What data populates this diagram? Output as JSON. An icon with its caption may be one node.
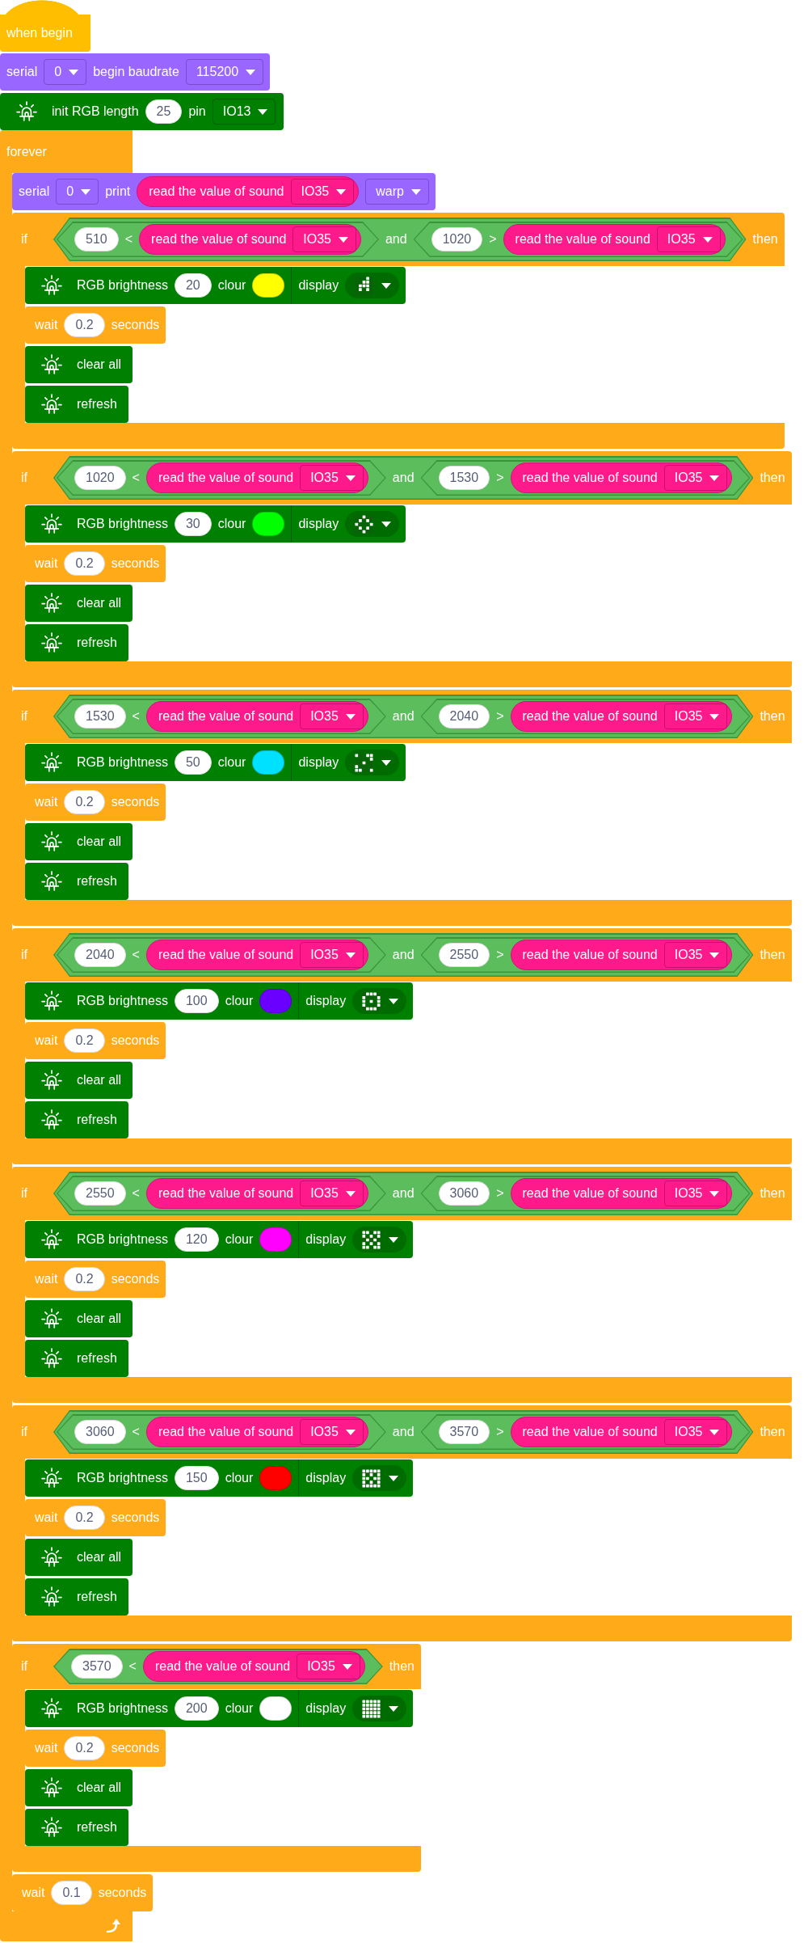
{
  "diagram": {
    "nodes": [
      {
        "text": [
          "when begin"
        ]
      },
      {
        "text": [
          "serial",
          "0",
          "begin baudrate",
          "115200"
        ]
      },
      {
        "text": [
          "init RGB length",
          "25",
          "pin",
          "IO13"
        ]
      },
      {
        "text": [
          "forever"
        ]
      },
      {
        "text": [
          "serial",
          "0",
          "print",
          "warp"
        ],
        "in": 3
      },
      {
        "text": [
          "read the value of sound",
          "IO35"
        ],
        "in": 4
      },
      {
        "text": [
          "if",
          "then"
        ],
        "in": 3
      },
      {
        "text": [
          "and"
        ],
        "in": 6
      },
      {
        "text": [
          "510",
          "<"
        ],
        "in": 7
      },
      {
        "text": [
          "read the value of sound",
          "IO35"
        ],
        "in": 8
      },
      {
        "text": [
          "1020",
          ">"
        ],
        "in": 7
      },
      {
        "text": [
          "read the value of sound",
          "IO35"
        ],
        "in": 10
      },
      {
        "text": [
          "RGB brightness",
          "20",
          "clour",
          "display"
        ],
        "in": 6
      },
      {
        "text": [
          "wait",
          "0.2",
          "seconds"
        ],
        "in": 6
      },
      {
        "text": [
          "clear all"
        ],
        "in": 6
      },
      {
        "text": [
          "refresh"
        ],
        "in": 6
      },
      {
        "text": [
          "if",
          "then"
        ],
        "in": 3
      },
      {
        "text": [
          "and"
        ],
        "in": 16
      },
      {
        "text": [
          "1020",
          "<"
        ],
        "in": 17
      },
      {
        "text": [
          "read the value of sound",
          "IO35"
        ],
        "in": 18
      },
      {
        "text": [
          "1530",
          ">"
        ],
        "in": 17
      },
      {
        "text": [
          "read the value of sound",
          "IO35"
        ],
        "in": 20
      },
      {
        "text": [
          "RGB brightness",
          "30",
          "clour",
          "display"
        ],
        "in": 16
      },
      {
        "text": [
          "wait",
          "0.2",
          "seconds"
        ],
        "in": 16
      },
      {
        "text": [
          "clear all"
        ],
        "in": 16
      },
      {
        "text": [
          "refresh"
        ],
        "in": 16
      },
      {
        "text": [
          "if",
          "then"
        ],
        "in": 3
      },
      {
        "text": [
          "and"
        ],
        "in": 26
      },
      {
        "text": [
          "1530",
          "<"
        ],
        "in": 27
      },
      {
        "text": [
          "read the value of sound",
          "IO35"
        ],
        "in": 28
      },
      {
        "text": [
          "2040",
          ">"
        ],
        "in": 27
      },
      {
        "text": [
          "read the value of sound",
          "IO35"
        ],
        "in": 30
      },
      {
        "text": [
          "RGB brightness",
          "50",
          "clour",
          "display"
        ],
        "in": 26
      },
      {
        "text": [
          "wait",
          "0.2",
          "seconds"
        ],
        "in": 26
      },
      {
        "text": [
          "clear all"
        ],
        "in": 26
      },
      {
        "text": [
          "refresh"
        ],
        "in": 26
      },
      {
        "text": [
          "if",
          "then"
        ],
        "in": 3
      },
      {
        "text": [
          "and"
        ],
        "in": 36
      },
      {
        "text": [
          "2040",
          "<"
        ],
        "in": 37
      },
      {
        "text": [
          "read the value of sound",
          "IO35"
        ],
        "in": 38
      },
      {
        "text": [
          "2550",
          ">"
        ],
        "in": 37
      },
      {
        "text": [
          "read the value of sound",
          "IO35"
        ],
        "in": 40
      },
      {
        "text": [
          "RGB brightness",
          "100",
          "clour",
          "display"
        ],
        "in": 36
      },
      {
        "text": [
          "wait",
          "0.2",
          "seconds"
        ],
        "in": 36
      },
      {
        "text": [
          "clear all"
        ],
        "in": 36
      },
      {
        "text": [
          "refresh"
        ],
        "in": 36
      },
      {
        "text": [
          "if",
          "then"
        ],
        "in": 3
      },
      {
        "text": [
          "and"
        ],
        "in": 46
      },
      {
        "text": [
          "2550",
          "<"
        ],
        "in": 47
      },
      {
        "text": [
          "read the value of sound",
          "IO35"
        ],
        "in": 48
      },
      {
        "text": [
          "3060",
          ">"
        ],
        "in": 47
      },
      {
        "text": [
          "read the value of sound",
          "IO35"
        ],
        "in": 50
      },
      {
        "text": [
          "RGB brightness",
          "120",
          "clour",
          "display"
        ],
        "in": 46
      },
      {
        "text": [
          "wait",
          "0.2",
          "seconds"
        ],
        "in": 46
      },
      {
        "text": [
          "clear all"
        ],
        "in": 46
      },
      {
        "text": [
          "refresh"
        ],
        "in": 46
      },
      {
        "text": [
          "if",
          "then"
        ],
        "in": 3
      },
      {
        "text": [
          "and"
        ],
        "in": 56
      },
      {
        "text": [
          "3060",
          "<"
        ],
        "in": 57
      },
      {
        "text": [
          "read the value of sound",
          "IO35"
        ],
        "in": 58
      },
      {
        "text": [
          "3570",
          ">"
        ],
        "in": 57
      },
      {
        "text": [
          "read the value of sound",
          "IO35"
        ],
        "in": 60
      },
      {
        "text": [
          "RGB brightness",
          "150",
          "clour",
          "display"
        ],
        "in": 56
      },
      {
        "text": [
          "wait",
          "0.2",
          "seconds"
        ],
        "in": 56
      },
      {
        "text": [
          "clear all"
        ],
        "in": 56
      },
      {
        "text": [
          "refresh"
        ],
        "in": 56
      },
      {
        "text": [
          "if",
          "then"
        ],
        "in": 3
      },
      {
        "text": [
          "3570",
          "<"
        ],
        "in": 66
      },
      {
        "text": [
          "read the value of sound",
          "IO35"
        ],
        "in": 67
      },
      {
        "text": [
          "RGB brightness",
          "200",
          "clour",
          "display"
        ],
        "in": 66
      },
      {
        "text": [
          "wait",
          "0.2",
          "seconds"
        ],
        "in": 66
      },
      {
        "text": [
          "clear all"
        ],
        "in": 66
      },
      {
        "text": [
          "refresh"
        ],
        "in": 66
      },
      {
        "text": [
          "wait",
          "0.1",
          "seconds"
        ],
        "in": 3
      }
    ]
  }
}
